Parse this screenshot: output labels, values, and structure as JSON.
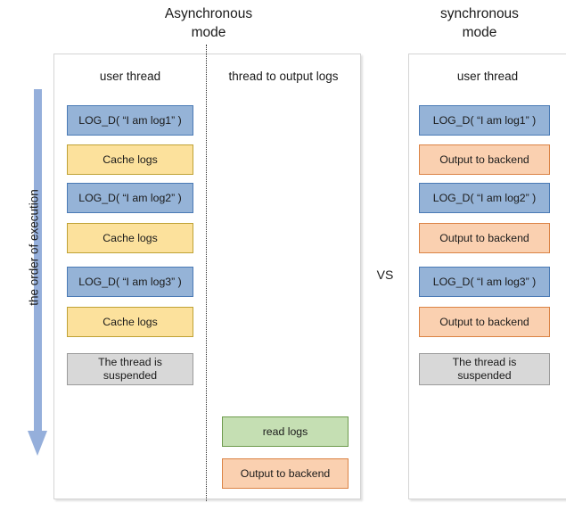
{
  "titles": {
    "async": "Asynchronous\nmode",
    "sync": "synchronous\nmode"
  },
  "vs_label": "VS",
  "order_arrow": {
    "label": "the order of execution",
    "direction": "down",
    "color": "#95AFDB"
  },
  "colors": {
    "log_fill": "#95B3D7",
    "log_border": "#4A7AB5",
    "cache_fill": "#FCE19C",
    "cache_border": "#BFA235",
    "output_fill": "#FAD0B0",
    "output_border": "#DB8345",
    "read_fill": "#C5DFB3",
    "read_border": "#6E9B4D",
    "suspended_fill": "#D8D8D8",
    "suspended_border": "#9B9B9B",
    "panel_border": "#D4D4D4"
  },
  "async_panel": {
    "user_thread": {
      "header": "user thread",
      "steps": [
        {
          "label": "LOG_D( “I am log1” )",
          "kind": "log"
        },
        {
          "label": "Cache logs",
          "kind": "cache"
        },
        {
          "label": "LOG_D( “I am log2” )",
          "kind": "log"
        },
        {
          "label": "Cache logs",
          "kind": "cache"
        },
        {
          "label": "LOG_D( “I am log3” )",
          "kind": "log"
        },
        {
          "label": "Cache logs",
          "kind": "cache"
        },
        {
          "label": "The thread is\nsuspended",
          "kind": "suspended"
        }
      ]
    },
    "output_thread": {
      "header": "thread to output logs",
      "steps": [
        {
          "label": "read logs",
          "kind": "read"
        },
        {
          "label": "Output to backend",
          "kind": "output"
        }
      ]
    }
  },
  "sync_panel": {
    "user_thread": {
      "header": "user thread",
      "steps": [
        {
          "label": "LOG_D( “I am log1” )",
          "kind": "log"
        },
        {
          "label": "Output to backend",
          "kind": "output"
        },
        {
          "label": "LOG_D( “I am log2” )",
          "kind": "log"
        },
        {
          "label": "Output to backend",
          "kind": "output"
        },
        {
          "label": "LOG_D( “I am log3” )",
          "kind": "log"
        },
        {
          "label": "Output to backend",
          "kind": "output"
        },
        {
          "label": "The thread is\nsuspended",
          "kind": "suspended"
        }
      ]
    }
  }
}
